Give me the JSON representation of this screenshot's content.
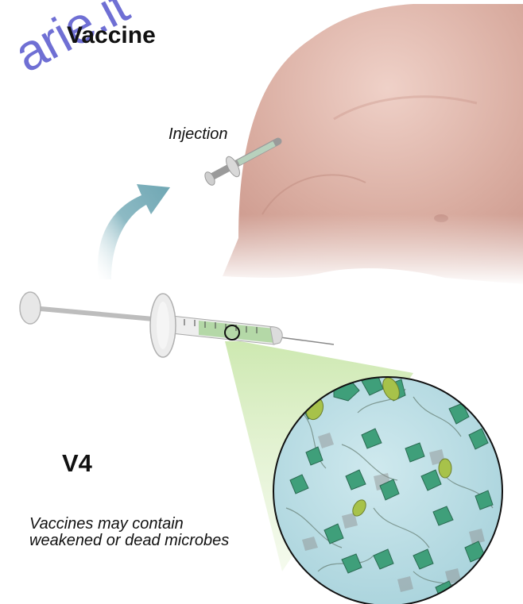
{
  "title": "Vaccine",
  "injection_label": "Injection",
  "panel_label": "V4",
  "caption_line1": "Vaccines may contain",
  "caption_line2": "weakened or dead microbes",
  "watermark": "arie.it",
  "colors": {
    "skin": "#dcb3a8",
    "arrow": "#7fb1bd",
    "liquid": "#9ccf8e",
    "lens_bg": "#b8dde4",
    "microbe": "#3f9f7a"
  },
  "icons": [
    "curved-arrow-icon",
    "syringe-icon",
    "magnifier-lens-icon",
    "microbe-icon"
  ]
}
